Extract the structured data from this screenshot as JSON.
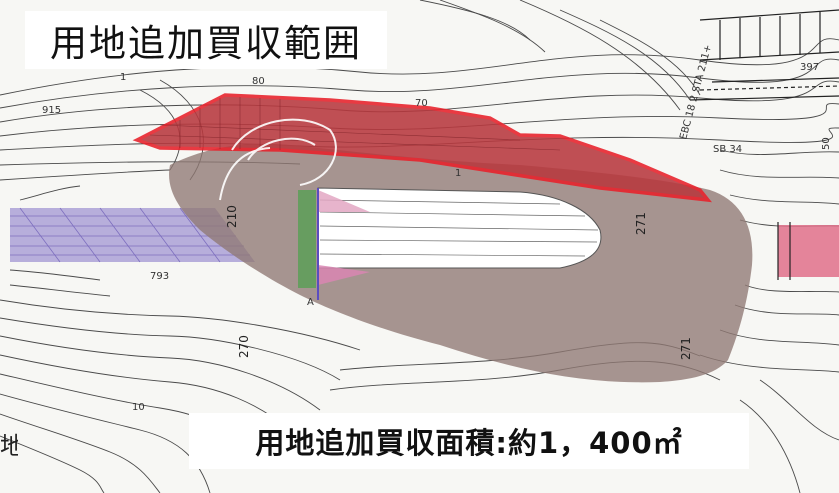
{
  "title": "用地追加買収範囲",
  "caption": "用地追加買収面積:約1，400㎡",
  "left_fragment": "地",
  "map_labels": {
    "elev_915": "915",
    "elev_80": "80",
    "elev_70": "70",
    "elev_793": "793",
    "label_210": "210",
    "label_270": "270",
    "label_271a": "271",
    "label_271b": "271",
    "label_sta": "EBC 18 2 STA 211+",
    "label_sb34": "SB 34",
    "label_397": "397",
    "label_50": "50",
    "label_1a": "1",
    "label_1b": "1",
    "label_10": "10",
    "label_a": "A"
  },
  "colors": {
    "acquisition_outline": "#e8202a",
    "acquisition_fill": "#b8383e",
    "fill_area": "#8f7973",
    "purple_band": "#9b8fd0",
    "pink_band": "#e0708a",
    "green_strip": "#5c9f58",
    "contour": "#444444"
  }
}
